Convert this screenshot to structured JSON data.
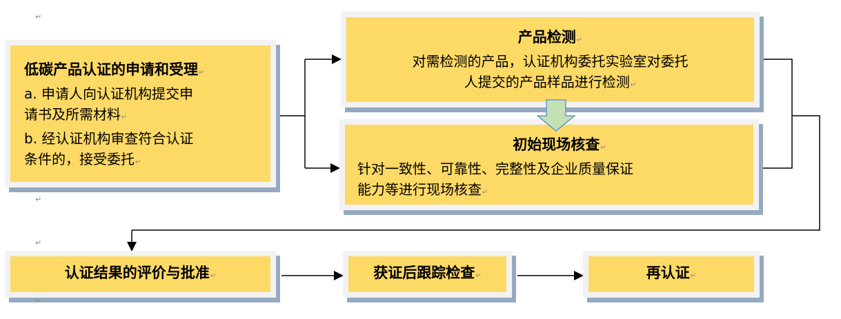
{
  "diagram": {
    "type": "flowchart",
    "nodes": {
      "application": {
        "title": "低碳产品认证的申请和受理",
        "lines": [
          "a. 申请人向认证机构提交申",
          "请书及所需材料",
          "b. 经认证机构审查符合认证",
          "条件的，接受委托"
        ]
      },
      "product_testing": {
        "title": "产品检测",
        "lines": [
          "对需检测的产品，认证机构委托实验室对委托",
          "人提交的产品样品进行检测"
        ]
      },
      "initial_inspection": {
        "title": "初始现场核查",
        "lines": [
          "针对一致性、可靠性、完整性及企业质量保证",
          "能力等进行现场核查"
        ]
      },
      "evaluation": {
        "title": "认证结果的评价与批准"
      },
      "surveillance": {
        "title": "获证后跟踪检查"
      },
      "recertification": {
        "title": "再认证"
      }
    },
    "edges": [
      {
        "from": "application",
        "to": "product_testing"
      },
      {
        "from": "application",
        "to": "initial_inspection"
      },
      {
        "from": "product_testing",
        "to": "initial_inspection",
        "style": "block-arrow"
      },
      {
        "from": "product_testing",
        "to": "evaluation"
      },
      {
        "from": "initial_inspection",
        "to": "evaluation"
      },
      {
        "from": "evaluation",
        "to": "surveillance"
      },
      {
        "from": "surveillance",
        "to": "recertification"
      }
    ],
    "paragraph_mark": "↵",
    "colors": {
      "box_fill": "#fdd966",
      "box_border": "#f2f2f2",
      "box_shadow": "#95a9c1",
      "block_arrow_fill": "#c5e0b4",
      "block_arrow_stroke": "#5b9bd5",
      "connector": "#000000"
    }
  }
}
